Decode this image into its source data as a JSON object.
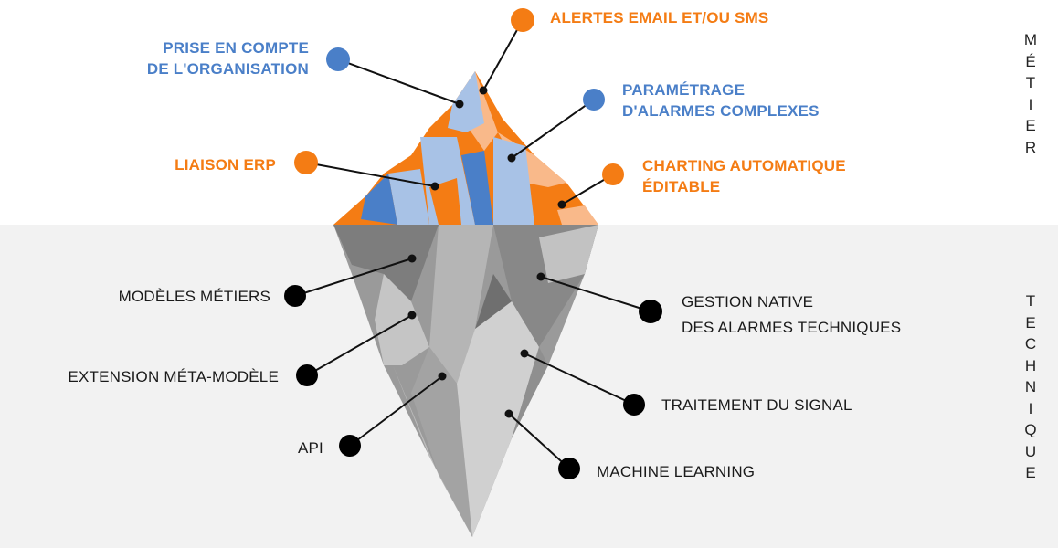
{
  "colors": {
    "orange": "#f47c14",
    "orange_light": "#f9b98a",
    "blue": "#4a7fc8",
    "blue_light": "#a8c2e6",
    "black": "#000000",
    "water": "#f2f2f2"
  },
  "side_labels": {
    "metier": [
      "M",
      "É",
      "T",
      "I",
      "E",
      "R"
    ],
    "technique": [
      "T",
      "E",
      "C",
      "H",
      "N",
      "I",
      "Q",
      "U",
      "E"
    ]
  },
  "above_labels": [
    {
      "id": "alertes",
      "color": "orange",
      "lines": [
        "ALERTES EMAIL ET/OU SMS"
      ]
    },
    {
      "id": "prise",
      "color": "blue",
      "lines": [
        "PRISE EN COMPTE",
        "DE L'ORGANISATION"
      ]
    },
    {
      "id": "parametrage",
      "color": "blue",
      "lines": [
        "PARAMÉTRAGE",
        "D'ALARMES COMPLEXES"
      ]
    },
    {
      "id": "liaison",
      "color": "orange",
      "lines": [
        "LIAISON ERP"
      ]
    },
    {
      "id": "charting",
      "color": "orange",
      "lines": [
        "CHARTING AUTOMATIQUE",
        "ÉDITABLE"
      ]
    }
  ],
  "below_labels": [
    {
      "id": "modeles",
      "lines": [
        "MODÈLES MÉTIERS"
      ]
    },
    {
      "id": "gestion",
      "lines": [
        "GESTION NATIVE",
        "DES ALARMES TECHNIQUES"
      ]
    },
    {
      "id": "extension",
      "lines": [
        "EXTENSION MÉTA-MODÈLE"
      ]
    },
    {
      "id": "traitement",
      "lines": [
        "TRAITEMENT DU SIGNAL"
      ]
    },
    {
      "id": "api",
      "lines": [
        "API"
      ]
    },
    {
      "id": "ml",
      "lines": [
        "MACHINE LEARNING"
      ]
    }
  ]
}
